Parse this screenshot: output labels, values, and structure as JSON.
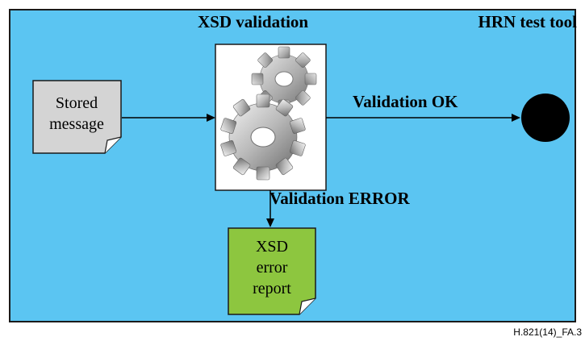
{
  "tool_title": "HRN test tool",
  "validation_step": {
    "label": "XSD validation",
    "icon": "gears-icon"
  },
  "stored_message": {
    "lines": [
      "Stored",
      "message"
    ]
  },
  "ok_branch": {
    "label": "Validation OK"
  },
  "error_branch": {
    "label": "Validation ERROR"
  },
  "error_report": {
    "lines": [
      "XSD",
      "error",
      "report"
    ]
  },
  "figure_id": "H.821(14)_FA.3",
  "colors": {
    "panel": "#5bc5f2",
    "stored_message_fill": "#d4d4d4",
    "error_report_fill": "#8dc63f",
    "end_node": "#000000"
  }
}
